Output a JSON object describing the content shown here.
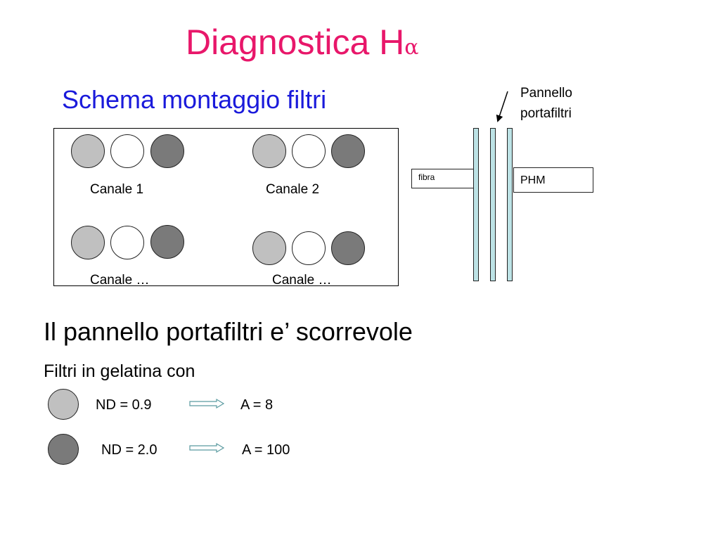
{
  "header": {
    "title": "Diagnostica H",
    "title_symbol": "α",
    "subtitle": "Schema montaggio filtri"
  },
  "channels": [
    {
      "label": "Canale 1"
    },
    {
      "label": "Canale 2"
    },
    {
      "label": "Canale …"
    },
    {
      "label": "Canale …"
    }
  ],
  "setup": {
    "panel_label_line1": "Pannello",
    "panel_label_line2": "portafiltri",
    "fibra": "fibra",
    "phm": "PHM"
  },
  "notes": {
    "sliding": "Il pannello portafiltri e’ scorrevole",
    "gelatin": "Filtri in gelatina con"
  },
  "legend": [
    {
      "nd": "ND = 0.9",
      "a": "A = 8",
      "color": "#c0c0c0"
    },
    {
      "nd": "ND = 2.0",
      "a": "A = 100",
      "color": "#7a7a7a"
    }
  ],
  "colors": {
    "title": "#e8176a",
    "subtitle": "#1a1adb",
    "panel": "#bde3e6",
    "filter_light": "#c0c0c0",
    "filter_dark": "#7a7a7a"
  }
}
